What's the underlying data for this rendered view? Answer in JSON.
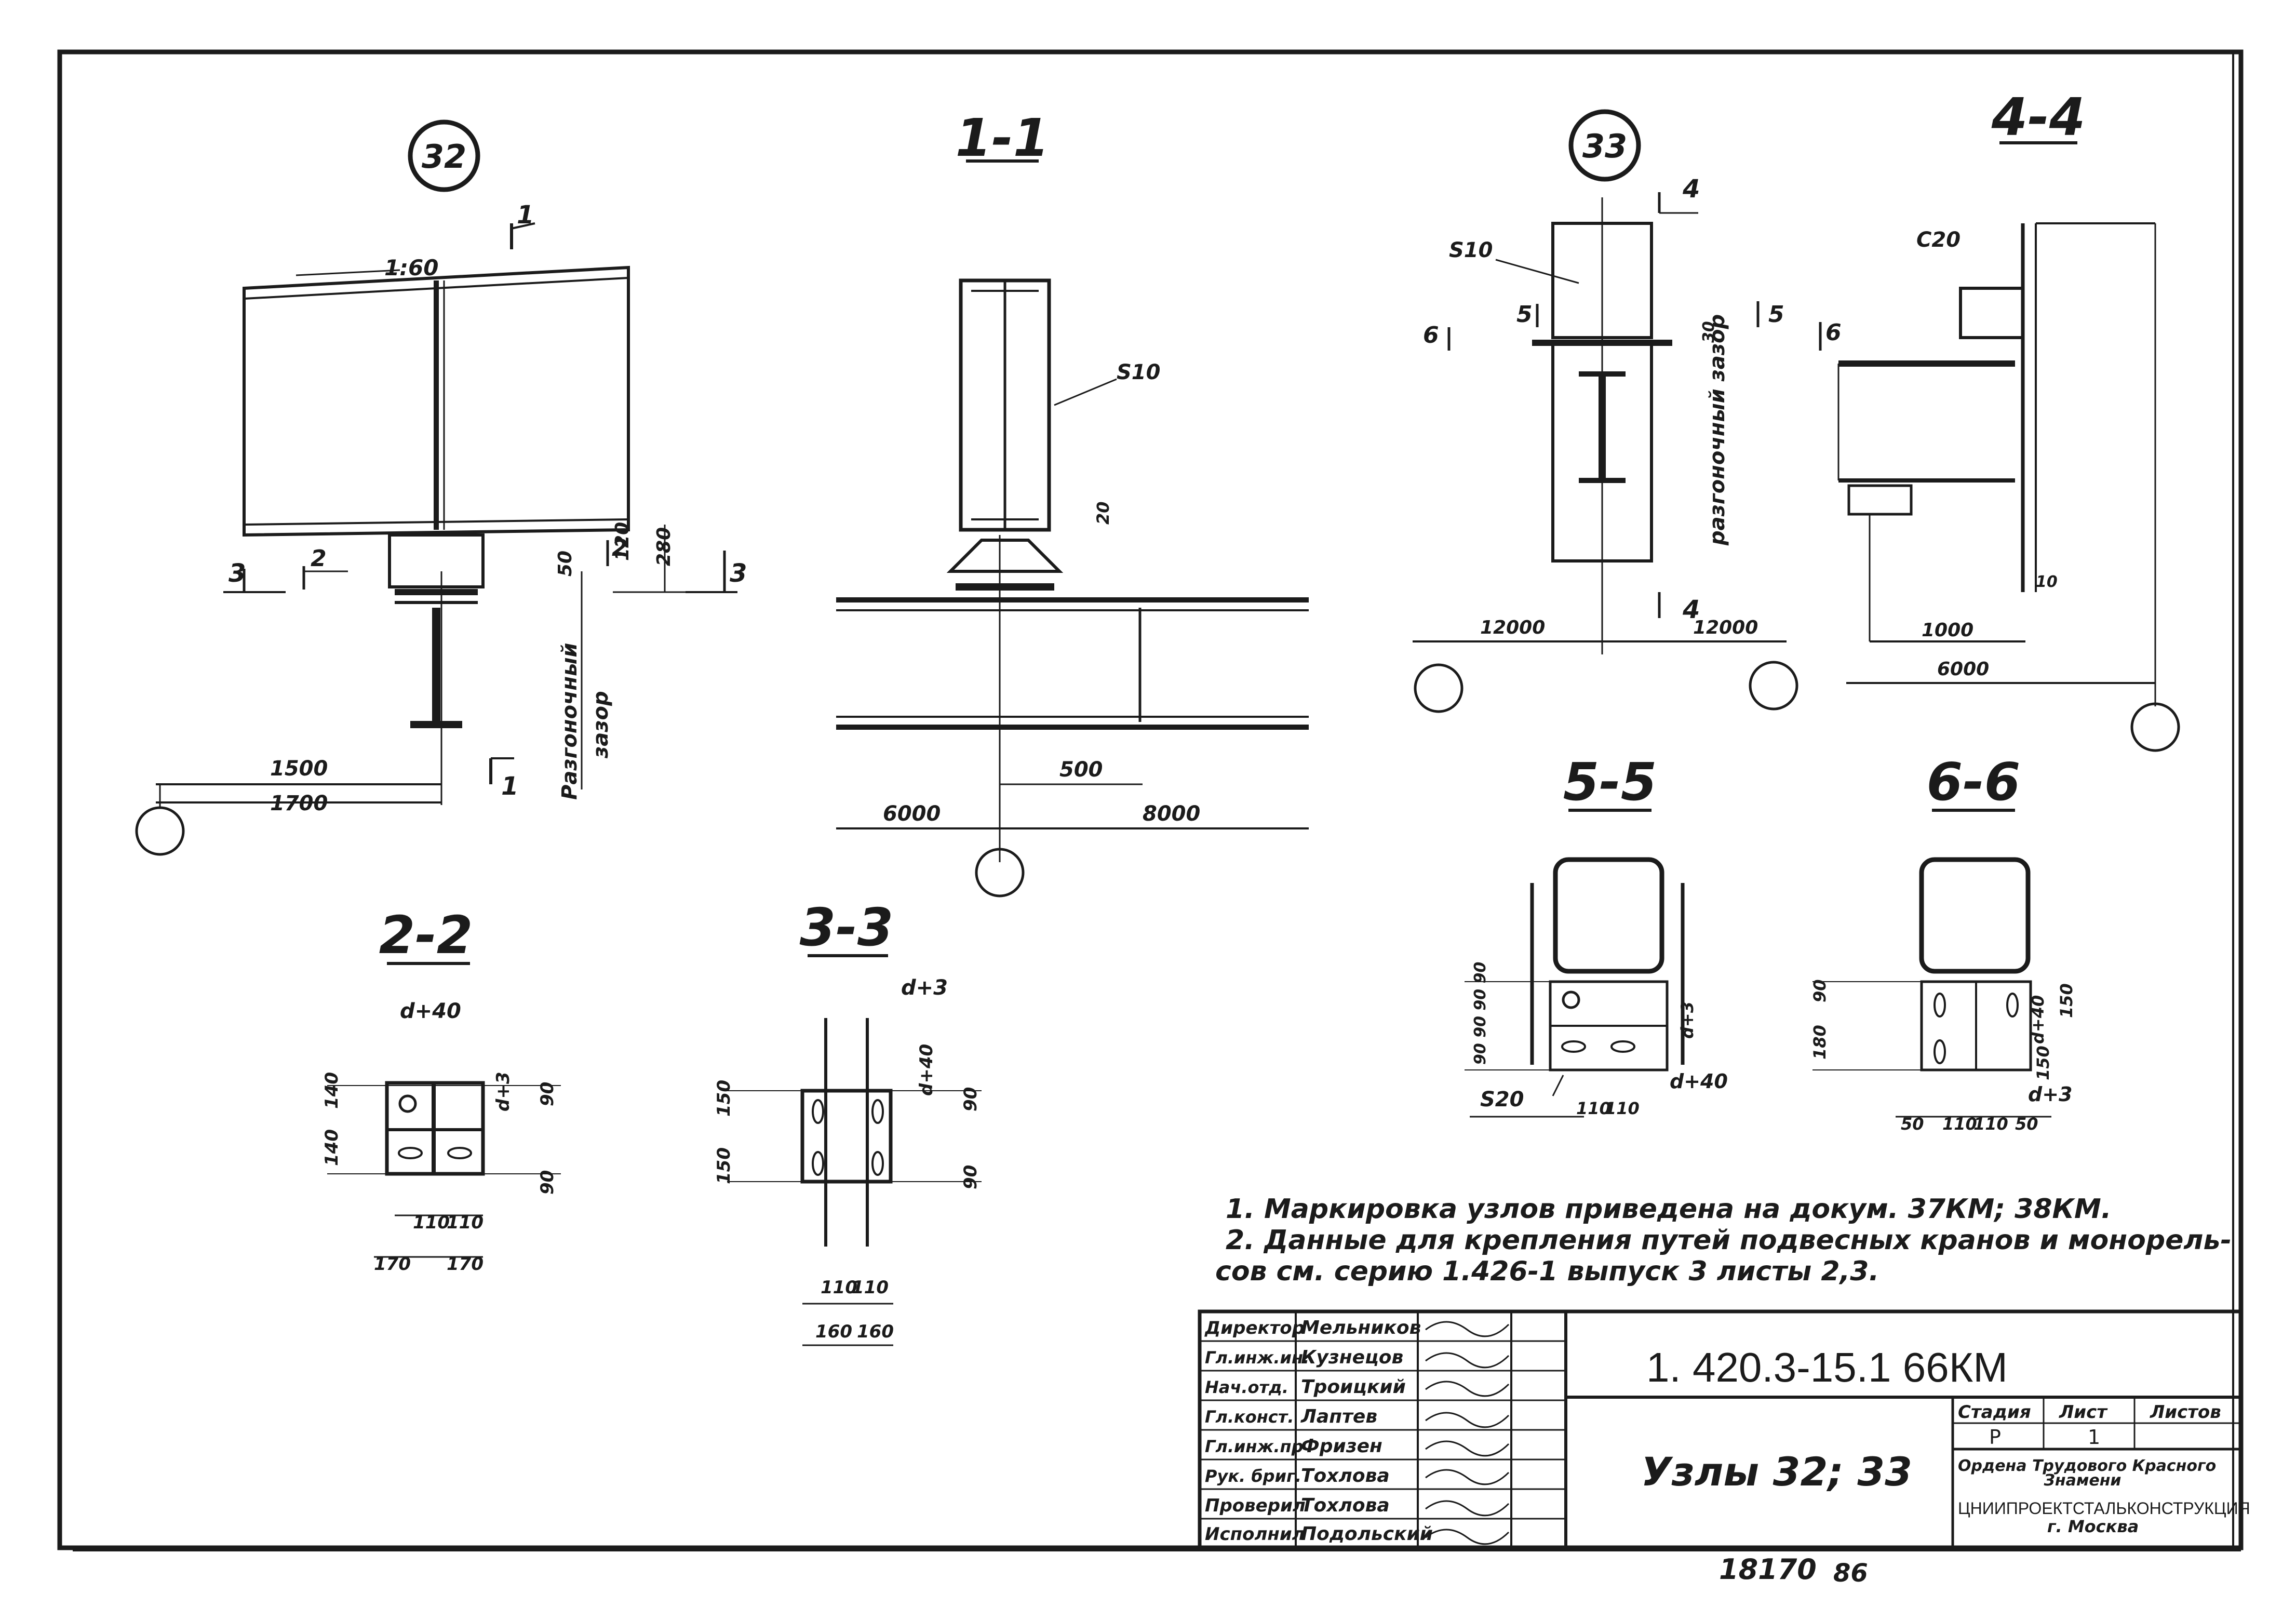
{
  "views": {
    "node32": {
      "marker": "32",
      "slope": "1:60",
      "gap_note_1": "Разгоночный",
      "gap_note_2": "зазор",
      "dims": {
        "d1500": "1500",
        "d1700": "1700",
        "d50": "50",
        "d120": "120",
        "d280": "280"
      },
      "section_marks": {
        "s1": "1",
        "s2": "2",
        "s3": "3"
      }
    },
    "sec_1_1": {
      "title": "1-1",
      "label_s10": "S10",
      "dims": {
        "d20": "20",
        "d500": "500",
        "d6000": "6000",
        "d8000": "8000"
      }
    },
    "node33": {
      "marker": "33",
      "label_s10": "S10",
      "gap_note": "разгоночный зазор",
      "dims": {
        "d30": "30",
        "d12000a": "12000",
        "d12000b": "12000"
      },
      "section_marks": {
        "s4": "4",
        "s5": "5",
        "s6": "6"
      }
    },
    "sec_4_4": {
      "title": "4-4",
      "label_c20": "С20",
      "dims": {
        "d10": "10",
        "d1000": "1000",
        "d6000": "6000"
      }
    },
    "sec_2_2": {
      "title": "2-2",
      "dims": {
        "d_d40": "d+40",
        "d_d3": "d+3",
        "d90a": "90",
        "d90b": "90",
        "d140": "140",
        "d140b": "140",
        "d110": "110",
        "d110b": "110",
        "d170a": "170",
        "d170b": "170"
      }
    },
    "sec_3_3": {
      "title": "3-3",
      "dims": {
        "d_d3": "d+3",
        "d_d40": "d+40",
        "d90a": "90",
        "d90b": "90",
        "d150a": "150",
        "d150b": "150",
        "d110": "110",
        "d110b": "110",
        "d160a": "160",
        "d160b": "160"
      }
    },
    "sec_5_5": {
      "title": "5-5",
      "label_s20": "S20",
      "dims": {
        "d_vert": "90 90 90 90",
        "d_d3": "d+3",
        "d_d40": "d+40",
        "d110": "110",
        "d110b": "110"
      }
    },
    "sec_6_6": {
      "title": "6-6",
      "dims": {
        "d90": "90",
        "d180": "180",
        "d_d40": "d+40",
        "d150a": "150",
        "d150b": "150",
        "d_d3": "d+3",
        "d50a": "50",
        "d110": "110",
        "d110b": "110",
        "d50b": "50"
      }
    }
  },
  "notes": [
    "1. Маркировка узлов приведена на докум. 37КМ; 38КМ.",
    "2. Данные для крепления путей подвесных кранов и монорель-",
    "сов см. серию 1.426-1 выпуск 3 листы 2,3."
  ],
  "title_block": {
    "rows": [
      {
        "role": "Директор",
        "name": "Мельников"
      },
      {
        "role": "Гл.инж.ин.",
        "name": "Кузнецов"
      },
      {
        "role": "Нач.отд.",
        "name": "Троицкий"
      },
      {
        "role": "Гл.конст.",
        "name": "Лаптев"
      },
      {
        "role": "Гл.инж.пр",
        "name": "Фризен"
      },
      {
        "role": "Рук. бриг.",
        "name": "Тохлова"
      },
      {
        "role": "Проверил",
        "name": "Тохлова"
      },
      {
        "role": "Исполнил",
        "name": "Подольский"
      }
    ],
    "doc_code": "1. 420.3-15.1  66КМ",
    "sheet_title": "Узлы 32; 33",
    "stage_label": "Стадия",
    "sheet_label": "Лист",
    "sheets_label": "Листов",
    "stage": "Р",
    "sheet": "1",
    "org_1": "Ордена   Трудового  Красного",
    "org_2": "Знамени",
    "org_3": "ЦНИИПРОЕКТСТАЛЬКОНСТРУКЦИЯ",
    "org_4": "г. Москва"
  },
  "footer": {
    "inventory": "18170",
    "suffix": "86"
  }
}
